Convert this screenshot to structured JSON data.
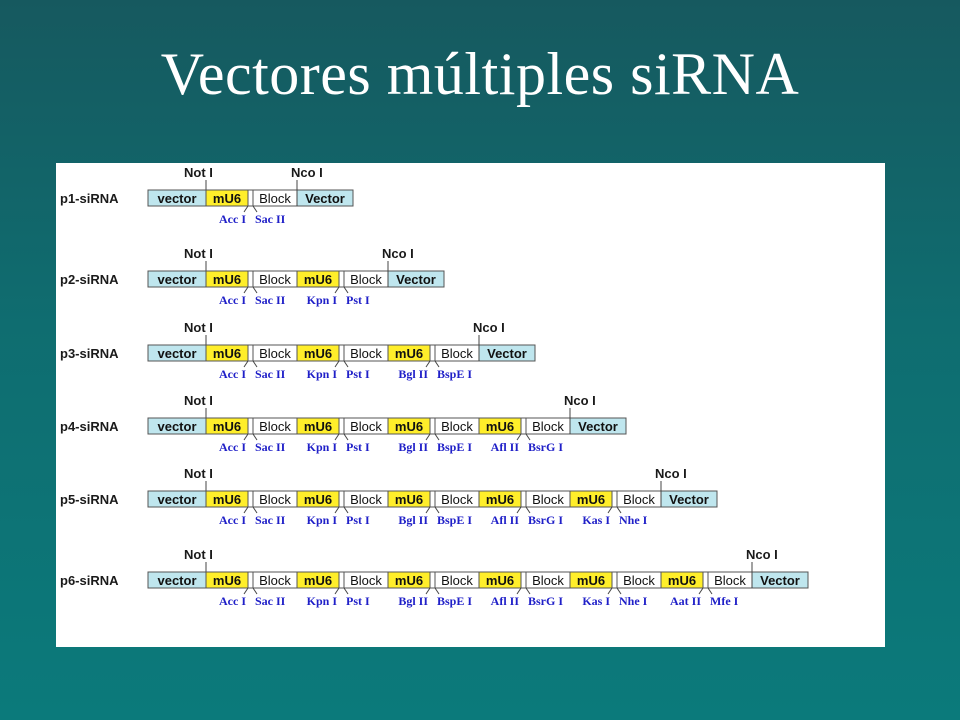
{
  "title": "Vectores múltiples siRNA",
  "colors": {
    "vector_fill": "#bfe6ee",
    "mu6_fill": "#ffee2a",
    "block_fill": "#ffffff",
    "enzyme_text": "#2020c8",
    "outline": "#555555"
  },
  "site_labels": {
    "left": "Not I",
    "right": "Nco I"
  },
  "segment_labels": {
    "vector_left": "vector",
    "promoter": "mU6",
    "block": "Block",
    "vector_right": "Vector"
  },
  "constructs": [
    {
      "name": "p1-siRNA",
      "cassettes": 1,
      "enzymes": [
        "Acc I",
        "Sac II"
      ]
    },
    {
      "name": "p2-siRNA",
      "cassettes": 2,
      "enzymes": [
        "Acc I",
        "Sac II",
        "Kpn I",
        "Pst I"
      ]
    },
    {
      "name": "p3-siRNA",
      "cassettes": 3,
      "enzymes": [
        "Acc I",
        "Sac II",
        "Kpn I",
        "Pst I",
        "Bgl II",
        "BspE I"
      ]
    },
    {
      "name": "p4-siRNA",
      "cassettes": 4,
      "enzymes": [
        "Acc I",
        "Sac II",
        "Kpn I",
        "Pst I",
        "Bgl II",
        "BspE I",
        "Afl II",
        "BsrG I"
      ]
    },
    {
      "name": "p5-siRNA",
      "cassettes": 5,
      "enzymes": [
        "Acc I",
        "Sac II",
        "Kpn I",
        "Pst I",
        "Bgl II",
        "BspE I",
        "Afl II",
        "BsrG I",
        "Kas I",
        "Nhe I"
      ]
    },
    {
      "name": "p6-siRNA",
      "cassettes": 6,
      "enzymes": [
        "Acc I",
        "Sac II",
        "Kpn I",
        "Pst I",
        "Bgl II",
        "BspE I",
        "Afl II",
        "BsrG I",
        "Kas I",
        "Nhe I",
        "Aat II",
        "Mfe I"
      ]
    }
  ]
}
